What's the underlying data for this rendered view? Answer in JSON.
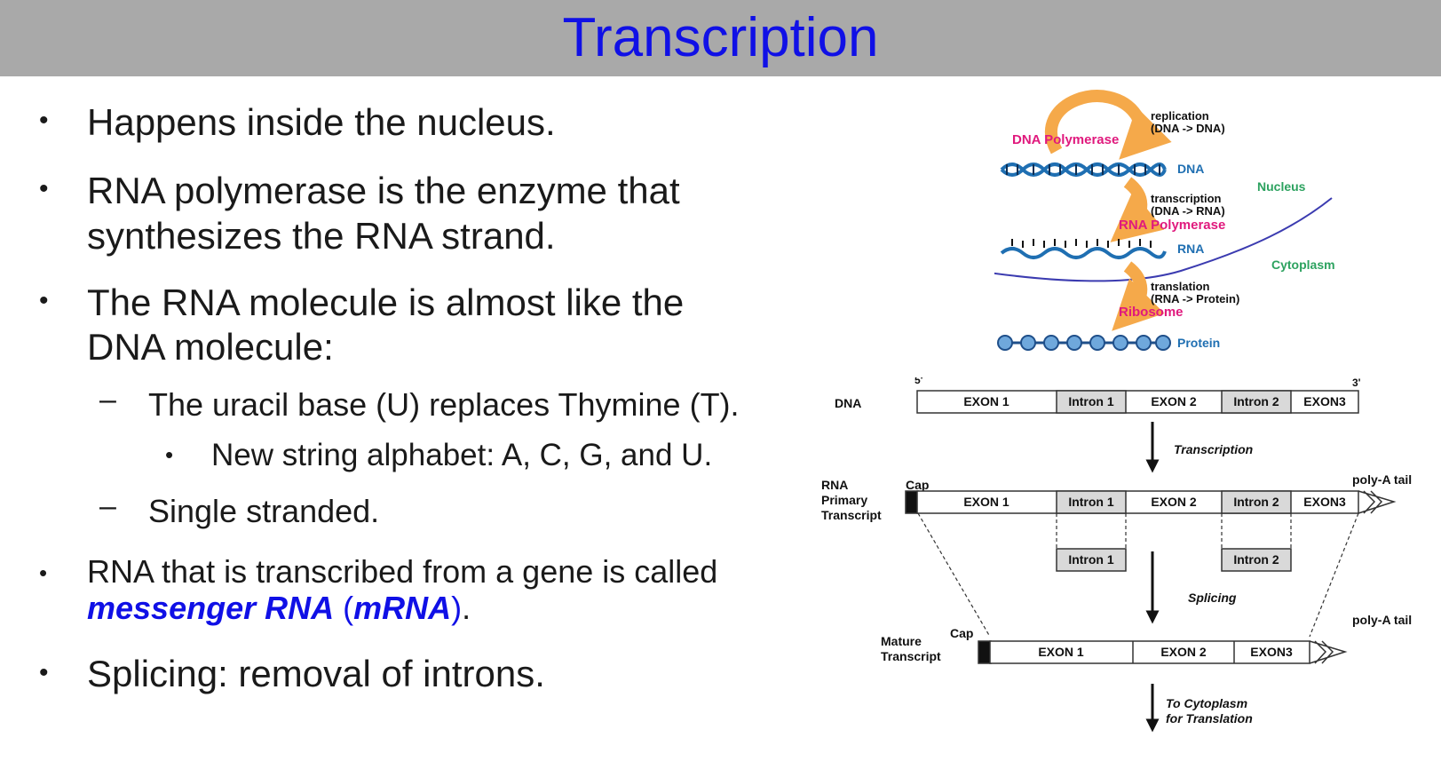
{
  "slide": {
    "title": "Transcription",
    "bullets": {
      "b1": "Happens inside the nucleus.",
      "b2_l1": "RNA polymerase is the enzyme that",
      "b2_l2": "synthesizes the RNA strand.",
      "b3_l1": "The RNA molecule is almost like the",
      "b3_l2": "DNA molecule:",
      "s1": "The uracil base (U) replaces Thymine (T).",
      "ss1": "New string alphabet: A, C, G, and U.",
      "s2": "Single stranded.",
      "b4_l1": "RNA that is transcribed from a gene is called",
      "b4_em1": "messenger RNA",
      "b4_paren_open": " (",
      "b4_em2": "mRNA",
      "b4_paren_close": ")",
      "b4_period": ".",
      "b5": "Splicing: removal of introns."
    }
  },
  "dogma": {
    "replication_l1": "replication",
    "replication_l2": "(DNA -> DNA)",
    "dna_polymerase": "DNA Polymerase",
    "dna": "DNA",
    "nucleus": "Nucleus",
    "transcription_l1": "transcription",
    "transcription_l2": "(DNA -> RNA)",
    "rna_polymerase": "RNA Polymerase",
    "rna": "RNA",
    "cytoplasm": "Cytoplasm",
    "translation_l1": "translation",
    "translation_l2": "(RNA -> Protein)",
    "ribosome": "Ribosome",
    "protein": "Protein"
  },
  "splicing": {
    "five_prime": "5'",
    "three_prime": "3'",
    "dna_label": "DNA",
    "exon1": "EXON 1",
    "intron1": "Intron 1",
    "exon2": "EXON 2",
    "intron2": "Intron 2",
    "exon3": "EXON3",
    "transcription": "Transcription",
    "rna_l1": "RNA",
    "rna_l2": "Primary",
    "rna_l3": "Transcript",
    "cap": "Cap",
    "polya": "poly-A tail",
    "splicing": "Splicing",
    "mature_l1": "Mature",
    "mature_l2": "Transcript",
    "to_cyto_l1": "To Cytoplasm",
    "to_cyto_l2": "for Translation"
  },
  "colors": {
    "title": "#1010e6",
    "title_bar": "#a9a9a9",
    "orange_arrow": "#f5a94a",
    "magenta_label": "#e0197d",
    "strand_blue": "#1f6fb2",
    "green_label": "#2ca25f",
    "membrane": "#3b3bb0",
    "intron_fill": "#d9d9d9"
  }
}
